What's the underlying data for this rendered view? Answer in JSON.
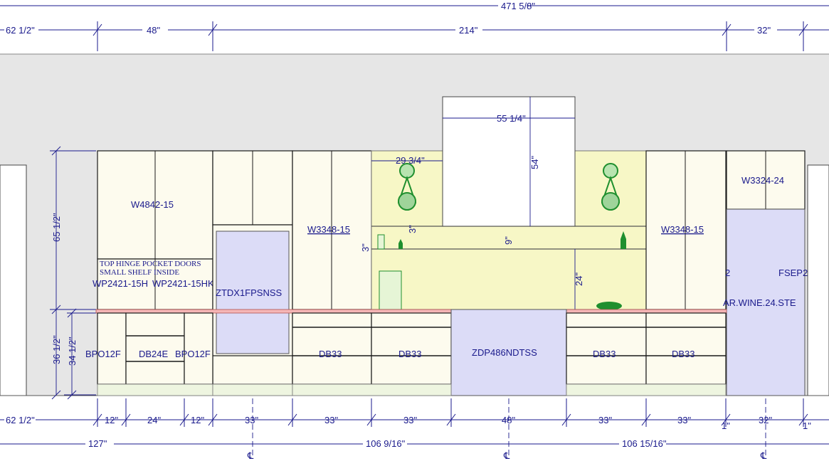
{
  "colors": {
    "dim_line": "#1a1a8c",
    "cabinet_fill": "#fdfbee",
    "appliance_fill": "#dcdcf7",
    "wall_fill": "#e6e6e6",
    "backsplash_fill": "#f7f7c6",
    "decor_green": "#1f8f2e",
    "counter": "#f5b6b6"
  },
  "top_dims": {
    "overall": "471 5/8\"",
    "left_end": "62 1/2\"",
    "run1": "48\"",
    "run2": "214\"",
    "run3": "32\""
  },
  "vertical_dims": {
    "upper_height": "65 1/2\"",
    "base_height": "36 1/2\"",
    "base_cab": "34 1/2\"",
    "hood_height": "54\"",
    "hood_width": "55 1/4\"",
    "shelf_width": "29 3/4\"",
    "shelf_gap_a": "3\"",
    "shelf_gap_b": "9\"",
    "shelf_gap_c": "3\"",
    "backsplash_height": "24\""
  },
  "labels": {
    "w4842": "W4842-15",
    "note_line1": "TOP HINGE POCKET DOORS",
    "note_line2": "SMALL SHELF INSIDE",
    "wp_left": "WP2421-15H",
    "wp_right": "WP2421-15HK",
    "ztdx": "ZTDX1FPSNSS",
    "w3348_left": "W3348-15",
    "w3348_right": "W3348-15",
    "w3324": "W3324-24",
    "fsep": "FSEP2",
    "wine": "AR.WINE.24.STE",
    "wine_prefix": "2",
    "bpo_left": "BPO12F",
    "db24e": "DB24E",
    "bpo_right": "BPO12F",
    "db33_1": "DB33",
    "db33_2": "DB33",
    "zdp": "ZDP486NDTSS",
    "db33_3": "DB33",
    "db33_4": "DB33"
  },
  "bottom_dims": {
    "left_end": "62 1/2\"",
    "w12a": "12\"",
    "w24": "24\"",
    "w12b": "12\"",
    "w33a": "33\"",
    "w33b": "33\"",
    "w33c": "33\"",
    "w48": "48\"",
    "w33d": "33\"",
    "w33e": "33\"",
    "w32": "32\"",
    "f1": "1\"",
    "f2": "1\""
  },
  "centerline_dims": {
    "c127": "127\"",
    "c106a": "106 9/16\"",
    "c106b": "106 15/16\"",
    "symbol": "℄"
  }
}
